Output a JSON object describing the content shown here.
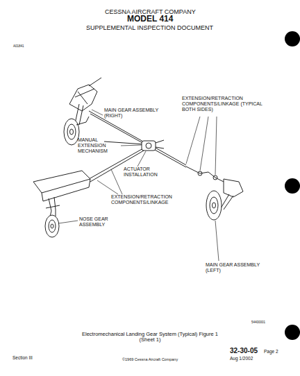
{
  "diagram": {
    "caption": "Electromechanical Landing Gear System (Typical) Figure 1 (Sheet 1)",
    "labels": [
      "CESSNA AIRCRAFT COMPANY",
      "MODEL 414",
      "SUPPLEMENTAL INSPECTION DOCUMENT",
      "A01841",
      "MAIN GEAR ASSEMBLY (RIGHT)",
      "EXTENSION/RETRACTION COMPONENTS/LINKAGE (TYPICAL BOTH SIDES)",
      "MANUAL EXTENSION MECHANISM",
      "ACTUATOR INSTALLATION",
      "EXTENSION/RETRACTION COMPONENTS/LINKAGE",
      "NOSE GEAR ASSEMBLY",
      "MAIN GEAR ASSEMBLY (LEFT)",
      "54400001",
      "32-30-05",
      "Page 2",
      "Aug 1/2002",
      "Section III",
      "©1969 Cessna Aircraft Company"
    ]
  }
}
